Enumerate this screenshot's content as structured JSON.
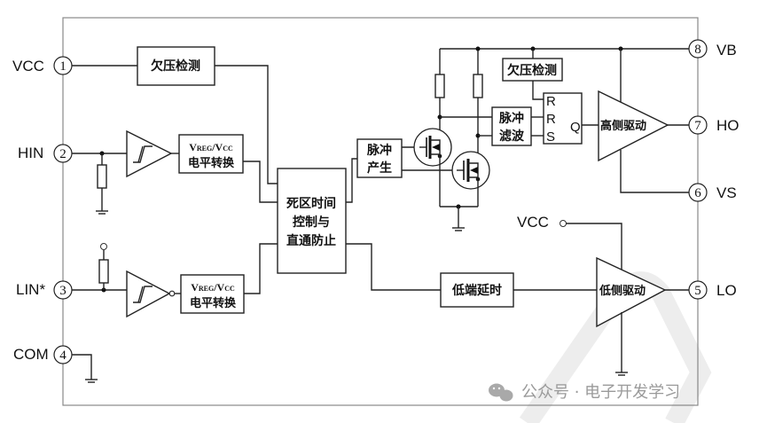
{
  "diagram": {
    "pins": {
      "p1": {
        "num": "1",
        "label": "VCC"
      },
      "p2": {
        "num": "2",
        "label": "HIN"
      },
      "p3": {
        "num": "3",
        "label": "LIN*"
      },
      "p4": {
        "num": "4",
        "label": "COM"
      },
      "p5": {
        "num": "5",
        "label": "LO"
      },
      "p6": {
        "num": "6",
        "label": "VS"
      },
      "p7": {
        "num": "7",
        "label": "HO"
      },
      "p8": {
        "num": "8",
        "label": "VB"
      }
    },
    "blocks": {
      "uvlo_low": "欠压检测",
      "uvlo_high": "欠压检测",
      "level_shift_hin": {
        "v1": "V",
        "sub1": "REG",
        "slash": "/V",
        "sub2": "CC",
        "line2": "电平转换"
      },
      "level_shift_lin": {
        "v1": "V",
        "sub1": "REG",
        "slash": "/V",
        "sub2": "CC",
        "line2": "电平转换"
      },
      "deadtime": {
        "line1": "死区时间",
        "line2": "控制与",
        "line3": "直通防止"
      },
      "pulse_gen": {
        "line1": "脉冲",
        "line2": "产生"
      },
      "pulse_filter": {
        "line1": "脉冲",
        "line2": "滤波"
      },
      "latch": {
        "r1": "R",
        "r2": "R",
        "s": "S",
        "q": "Q"
      },
      "high_driver": "高侧驱动",
      "low_driver": "低侧驱动",
      "low_delay": "低端延时"
    },
    "vcc_internal_label": "VCC",
    "watermark": "公众号 · 电子开发学习"
  }
}
